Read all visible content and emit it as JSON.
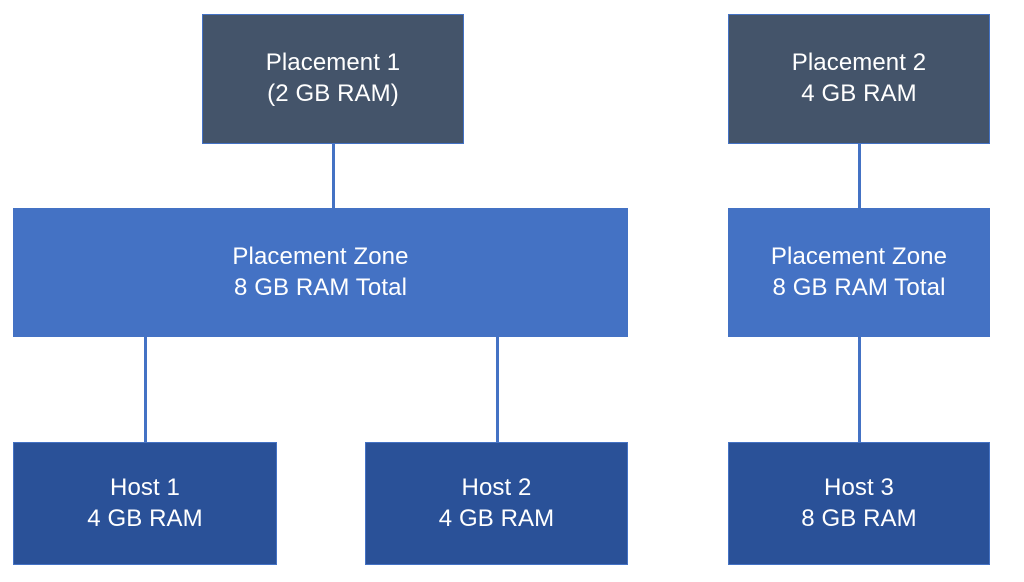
{
  "diagram": {
    "type": "hierarchy",
    "colors": {
      "placement_fill": "#44546a",
      "zone_fill": "#4472c4",
      "host_fill": "#2a5198",
      "connector": "#4472c4",
      "border": "#4472c4",
      "text": "#ffffff",
      "background": "#ffffff"
    },
    "nodes": {
      "placement_1": {
        "line1": "Placement 1",
        "line2": "(2 GB RAM)"
      },
      "placement_2": {
        "line1": "Placement 2",
        "line2": "4 GB RAM"
      },
      "zone_left": {
        "line1": "Placement Zone",
        "line2": "8 GB RAM Total"
      },
      "zone_right": {
        "line1": "Placement Zone",
        "line2": "8 GB RAM Total"
      },
      "host_1": {
        "line1": "Host 1",
        "line2": "4 GB RAM"
      },
      "host_2": {
        "line1": "Host 2",
        "line2": "4 GB RAM"
      },
      "host_3": {
        "line1": "Host 3",
        "line2": "8 GB RAM"
      }
    },
    "edges": [
      {
        "from": "placement_1",
        "to": "zone_left"
      },
      {
        "from": "placement_2",
        "to": "zone_right"
      },
      {
        "from": "zone_left",
        "to": "host_1"
      },
      {
        "from": "zone_left",
        "to": "host_2"
      },
      {
        "from": "zone_right",
        "to": "host_3"
      }
    ]
  }
}
